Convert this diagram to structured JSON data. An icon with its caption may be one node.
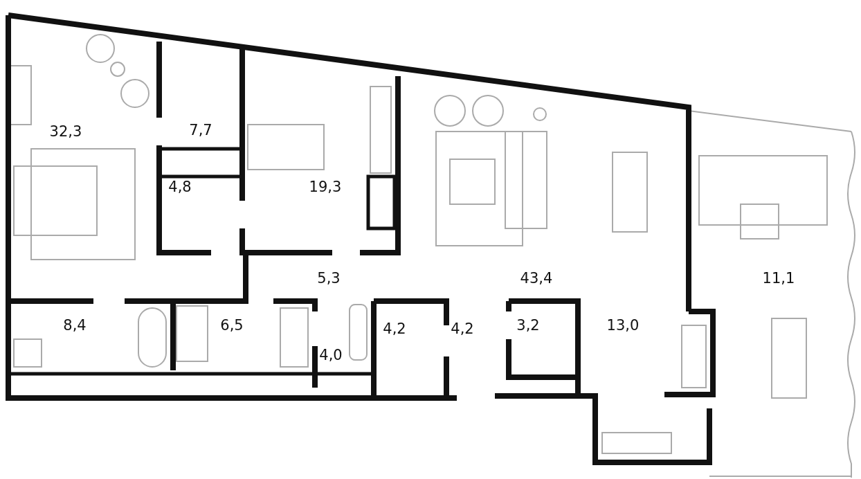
{
  "diagram": {
    "labels": [
      "32,3",
      "7,7",
      "4,8",
      "19,3",
      "5,3",
      "43,4",
      "11,1",
      "8,4",
      "6,5",
      "4,2",
      "4,2",
      "3,2",
      "13,0",
      "4,0"
    ]
  }
}
